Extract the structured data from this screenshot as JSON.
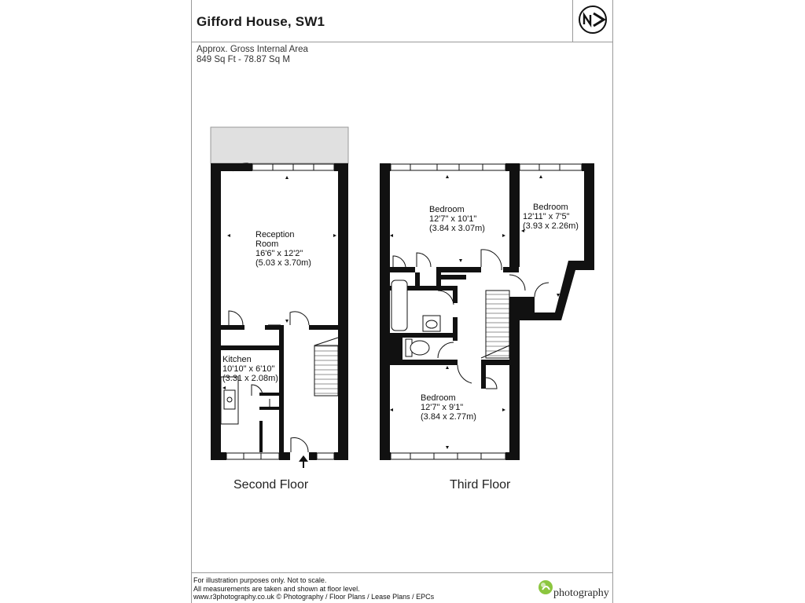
{
  "header": {
    "title": "Gifford House, SW1",
    "area_line1": "Approx. Gross Internal Area",
    "area_line2": "849 Sq Ft  -  78.87 Sq M",
    "north_icon": "north-arrow-icon"
  },
  "floors": [
    {
      "label": "Second Floor"
    },
    {
      "label": "Third Floor"
    }
  ],
  "rooms": {
    "reception": {
      "name1": "Reception",
      "name2": "Room",
      "imperial": "16'6\" x 12'2\"",
      "metric": "(5.03 x 3.70m)"
    },
    "kitchen": {
      "name": "Kitchen",
      "imperial": "10'10\" x 6'10\"",
      "metric": "(3.31 x 2.08m)"
    },
    "bedroom1": {
      "name": "Bedroom",
      "imperial": "12'7\" x 10'1\"",
      "metric": "(3.84 x 3.07m)"
    },
    "bedroom2": {
      "name": "Bedroom",
      "imperial": "12'11\" x 7'5\"",
      "metric": "(3.93 x 2.26m)"
    },
    "bedroom3": {
      "name": "Bedroom",
      "imperial": "12'7\" x 9'1\"",
      "metric": "(3.84 x 2.77m)"
    }
  },
  "footer": {
    "line1": "For illustration purposes only. Not to scale.",
    "line2": "All measurements are taken and shown at floor level.",
    "line3": "www.r3photography.co.uk © Photography / Floor Plans / Lease Plans / EPCs",
    "logo_text": "photography",
    "logo_colors": {
      "green": "#8cc63f",
      "text": "#2a2a2a"
    }
  }
}
